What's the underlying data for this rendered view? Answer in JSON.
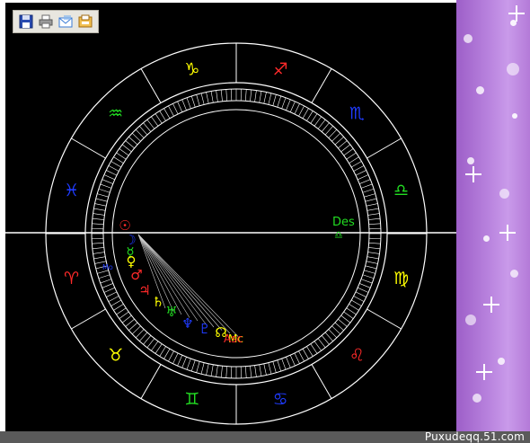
{
  "toolbar": {
    "items": [
      {
        "name": "save-icon",
        "color": "#2a4bb0"
      },
      {
        "name": "print-icon",
        "color": "#6b6b6b"
      },
      {
        "name": "email-icon",
        "color": "#3a7bd5"
      },
      {
        "name": "export-icon",
        "color": "#d99a2b"
      }
    ]
  },
  "zodiac": [
    {
      "glyph": "♑",
      "color": "#ffff00"
    },
    {
      "glyph": "♐",
      "color": "#ff2a2a"
    },
    {
      "glyph": "♏",
      "color": "#1f3bff"
    },
    {
      "glyph": "♎",
      "color": "#22dd22"
    },
    {
      "glyph": "♍",
      "color": "#ffff00"
    },
    {
      "glyph": "♌",
      "color": "#ff2a2a"
    },
    {
      "glyph": "♋",
      "color": "#1f3bff"
    },
    {
      "glyph": "♊",
      "color": "#22dd22"
    },
    {
      "glyph": "♉",
      "color": "#ffff00"
    },
    {
      "glyph": "♈",
      "color": "#ff2a2a"
    },
    {
      "glyph": "♓",
      "color": "#1f3bff"
    },
    {
      "glyph": "♒",
      "color": "#22dd22"
    }
  ],
  "planets": [
    {
      "glyph": "☉",
      "color": "#ff2a2a"
    },
    {
      "glyph": "☽",
      "color": "#1f3bff"
    },
    {
      "glyph": "☿",
      "color": "#22dd22"
    },
    {
      "glyph": "♀",
      "color": "#ffff00"
    },
    {
      "glyph": "♂",
      "color": "#ff2a2a"
    },
    {
      "glyph": "♃",
      "color": "#ff2a2a"
    },
    {
      "glyph": "♄",
      "color": "#ffff00"
    },
    {
      "glyph": "♅",
      "color": "#22dd22"
    },
    {
      "glyph": "♆",
      "color": "#1f3bff"
    },
    {
      "glyph": "♇",
      "color": "#1f3bff"
    },
    {
      "glyph": "☊",
      "color": "#ffff00"
    }
  ],
  "angles": {
    "des_label": "Des",
    "des_color": "#22dd22",
    "asc_label": "Asc",
    "asc_color": "#ff2a2a",
    "mc_label": "Mc",
    "mc_color": "#ffff00",
    "small_label": "Mo",
    "small_color": "#1f3bff"
  },
  "watermark": "Puxudeqq.51.com",
  "colors": {
    "chart_bg": "#000000",
    "ring": "#ffffff",
    "accent_purple": "#b67fdc"
  }
}
